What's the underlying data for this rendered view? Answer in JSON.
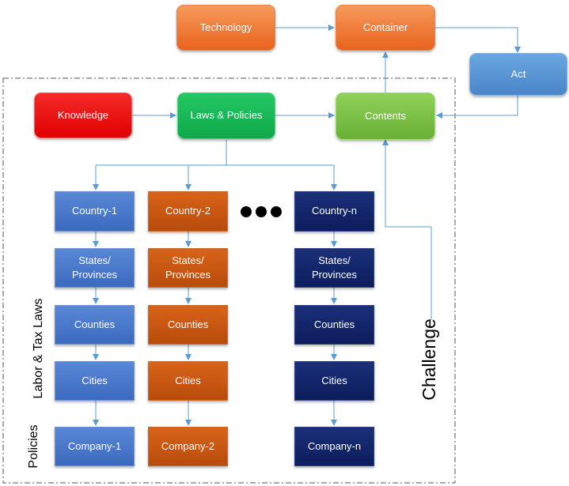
{
  "colors": {
    "line": "#5b9bd5",
    "dash": "#555555"
  },
  "top": {
    "technology": "Technology",
    "container": "Container",
    "act": "Act"
  },
  "middle": {
    "knowledge": "Knowledge",
    "laws_policies": "Laws & Policies",
    "contents": "Contents"
  },
  "columns": [
    {
      "country": "Country-1",
      "states": "States/\nProvinces",
      "counties": "Counties",
      "cities": "Cities",
      "company": "Company-1"
    },
    {
      "country": "Country-2",
      "states": "States/\nProvinces",
      "counties": "Counties",
      "cities": "Cities",
      "company": "Company-2"
    },
    {
      "country": "Country-n",
      "states": "States/\nProvinces",
      "counties": "Counties",
      "cities": "Cities",
      "company": "Company-n"
    }
  ],
  "side_labels": {
    "labor_tax_laws": "Labor & Tax Laws",
    "policies": "Policies",
    "challenge": "Challenge"
  }
}
